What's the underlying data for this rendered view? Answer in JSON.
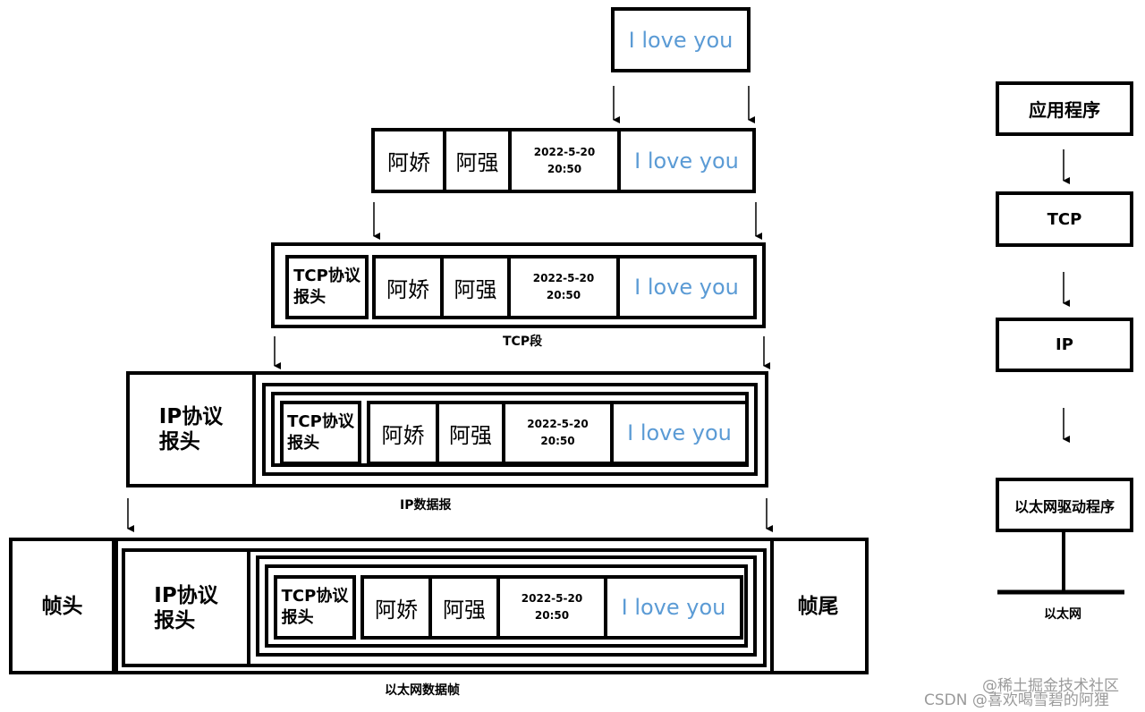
{
  "payload": "I love you",
  "sender": "阿娇",
  "receiver": "阿强",
  "datetime": "2022-5-20\n20:50",
  "tcp_header": "TCP协议\n报头",
  "ip_header": "IP协议\n报头",
  "frame_head": "帧头",
  "frame_tail": "帧尾",
  "captions": {
    "tcp_segment": "TCP段",
    "ip_datagram": "IP数据报",
    "ethernet_frame": "以太网数据帧"
  },
  "layers": {
    "app": "应用程序",
    "tcp": "TCP",
    "ip": "IP",
    "driver": "以太网驱动程序",
    "ethernet": "以太网"
  },
  "watermark": {
    "line1": "@稀土掘金技术社区",
    "line2": "CSDN @喜欢喝雪碧的阿狸"
  }
}
